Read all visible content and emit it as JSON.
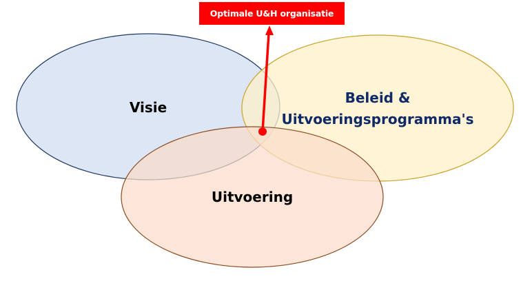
{
  "diagram": {
    "type": "venn",
    "callout": {
      "label": "Optimale U&H organisatie",
      "background": "#ff0000",
      "text_color": "#ffffff"
    },
    "sets": [
      {
        "id": "visie",
        "label": "Visie",
        "fill": "#dae5f4",
        "stroke": "#1f3864",
        "text_color": "#000000"
      },
      {
        "id": "beleid",
        "label_lines": [
          "Beleid &",
          "Uitvoeringsprogramma's"
        ],
        "fill": "#fff0c8",
        "stroke": "#c9a227",
        "text_color": "#0f2a66"
      },
      {
        "id": "uitvoering",
        "label": "Uitvoering",
        "fill": "#f9dccb",
        "stroke": "#8b4a1f",
        "text_color": "#000000"
      }
    ],
    "pointer": {
      "color": "#ff0000",
      "target": "intersection of all three sets"
    }
  }
}
